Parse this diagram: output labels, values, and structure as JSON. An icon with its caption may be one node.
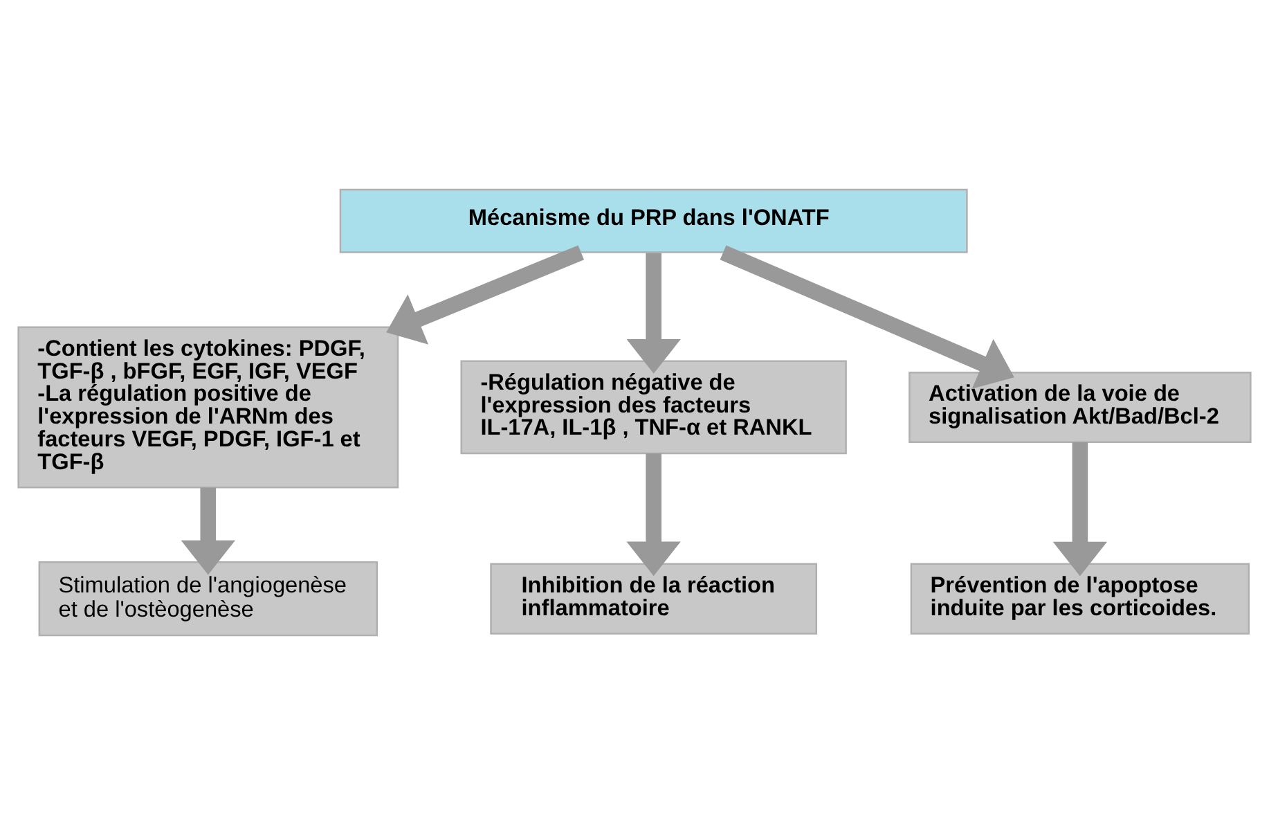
{
  "diagram": {
    "nodes": [
      {
        "text": [
          "Mécanisme du PRP dans l'ONATF"
        ]
      },
      {
        "text": [
          "-Contient les cytokines: PDGF, TGF-β , bFGF, EGF, IGF, VEGF",
          "-La régulation positive de l'expression de l'ARNm des facteurs VEGF, PDGF, IGF-1 et TGF-β"
        ]
      },
      {
        "text": [
          "-Régulation négative de l'expression des facteurs IL-17A, IL-1β , TNF-α et RANKL"
        ]
      },
      {
        "text": [
          "Activation de la voie de signalisation Akt/Bad/Bcl-2"
        ]
      },
      {
        "text": [
          "Stimulation de l'angiogenèse et de l'ostèogenèse"
        ]
      },
      {
        "text": [
          "Inhibition de la réaction inflammatoire"
        ]
      },
      {
        "text": [
          "Prévention de l'apoptose induite par les corticoides."
        ]
      }
    ],
    "edges": [
      {
        "from": 0,
        "to": 1,
        "arrow": "to"
      },
      {
        "from": 0,
        "to": 2,
        "arrow": "to"
      },
      {
        "from": 0,
        "to": 3,
        "arrow": "to"
      },
      {
        "from": 1,
        "to": 4,
        "arrow": "to"
      },
      {
        "from": 2,
        "to": 5,
        "arrow": "to"
      },
      {
        "from": 3,
        "to": 6,
        "arrow": "to"
      }
    ]
  }
}
